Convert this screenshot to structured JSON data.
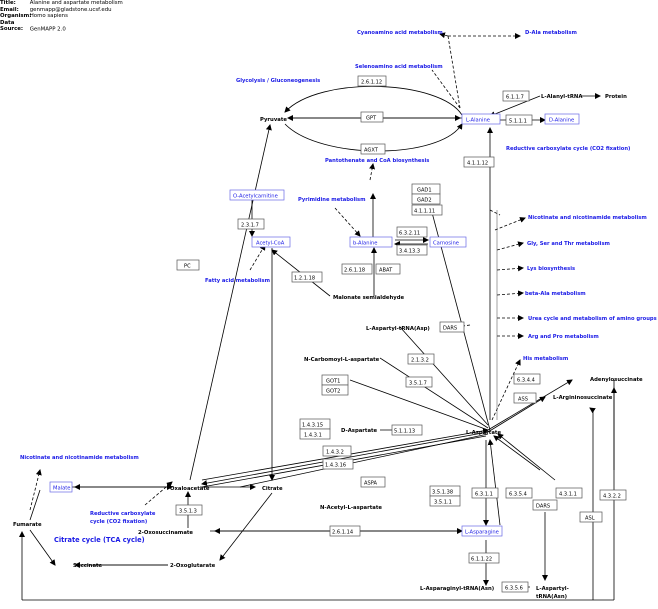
{
  "header": {
    "title_label": "Title:",
    "title": "Alanine and aspartate metabolism",
    "email_label": "Email:",
    "email": "genmapp@gladstone.ucsf.edu",
    "organism_label": "Organism:",
    "organism": "Homo sapiens",
    "source_label": "Data Source:",
    "source": "GenMAPP 2.0"
  },
  "metabolites": {
    "pyruvate": "Pyruvate",
    "l_alanine": "L-Alanine",
    "d_alanine": "D-Alanine",
    "l_alanyl_trna": "L-Alanyl-tRNA",
    "protein": "Protein",
    "o_acetylcarnitine": "O-Acetylcarnitine",
    "acetyl_coa": "Acetyl-CoA",
    "b_alanine": "b-Alanine",
    "carnosine": "Carnosine",
    "malonate_semialdehyde": "Malonate semialdehyde",
    "l_aspartyl_trna_asp": "L-Aspartyl-tRNA(Asp)",
    "n_carbomoyl_l_aspartate": "N-Carbomoyl-L-aspartate",
    "adenylosuccinate": "Adenylosuccinate",
    "l_argininosuccinate": "L-Argininosuccinate",
    "d_aspartate": "D-Aspartate",
    "l_aspartate": "L-Aspartate",
    "oxaloacetate": "Oxaloacetate",
    "citrate": "Citrate",
    "malate": "Malate",
    "fumarate": "Fumarate",
    "succinate": "Succinate",
    "two_oxosuccinamate": "2-Oxosuccinamate",
    "two_oxoglutarate": "2-Oxoglutarate",
    "n_acetyl_l_aspartate": "N-Acetyl-L-aspartate",
    "l_asparagine": "L-Asparagine",
    "l_asparaginyl_trna_asn": "L-Asparaginyl-tRNA(Asn)",
    "l_aspartyl_trna_asn_1": "L-Aspartyl-",
    "l_aspartyl_trna_asn_2": "tRNA(Asn)"
  },
  "pathways": {
    "cyanoamino": "Cyanoamino acid metabolism",
    "d_ala": "D-Ala metabolism",
    "selenoamino": "Selenoamino acid metabolism",
    "glycolysis": "Glycolysis / Gluconeogenesis",
    "reductive_co2_top": "Reductive carboxylate cycle (CO2 fixation)",
    "pantothenate": "Pantothenate and CoA biosynthesis",
    "pyrimidine": "Pyrimidine metabolism",
    "fatty_acid": "Fatty acid metabolism",
    "nicotinate_right": "Nicotinate and nicotinamide metabolism",
    "gly_ser_thr": "Gly, Ser and Thr metabolism",
    "lys": "Lys biosynthesis",
    "beta_ala": "beta-Ala metabolism",
    "urea": "Urea cycle and metabolism of amino groups",
    "arg_pro": "Arg and Pro metabolism",
    "his": "His metabolism",
    "nicotinate_left": "Nicotinate and nicotinamide metabolism",
    "reductive_co2_bottom_1": "Reductive carboxylate",
    "reductive_co2_bottom_2": "cycle (CO2 fixation)",
    "tca": "Citrate cycle (TCA cycle)"
  },
  "genes": {
    "g_2_6_1_12": "2.6.1.12",
    "g_gpt": "GPT",
    "g_agxt": "AGXT",
    "g_6_1_1_7": "6.1.1.7",
    "g_5_1_1_1": "5.1.1.1",
    "g_4_1_1_12": "4.1.1.12",
    "g_gad1": "GAD1",
    "g_gad2": "GAD2",
    "g_4_1_1_11": "4.1.1.11",
    "g_6_3_2_11": "6.3.2.11",
    "g_3_4_13_3": "3.4.13.3",
    "g_2_3_1_7": "2.3.1.7",
    "g_pc": "PC",
    "g_1_2_1_18": "1.2.1.18",
    "g_2_6_1_18": "2.6.1.18",
    "g_abat": "ABAT",
    "g_dars": "DARS",
    "g_2_1_3_2": "2.1.3.2",
    "g_3_5_1_7": "3.5.1.7",
    "g_got1": "GOT1",
    "g_got2": "GOT2",
    "g_6_3_4_4": "6.3.4.4",
    "g_ass": "ASS",
    "g_1_4_3_15": "1.4.3.15",
    "g_1_4_3_1": "1.4.3.1",
    "g_5_1_1_13": "5.1.1.13",
    "g_1_4_3_2": "1.4.3.2",
    "g_1_4_3_16": "1.4.3.16",
    "g_aspa": "ASPA",
    "g_3_5_1_38": "3.5.1.38",
    "g_3_5_1_1": "3.5.1.1",
    "g_6_3_1_1": "6.3.1.1",
    "g_6_3_5_4": "6.3.5.4",
    "g_4_3_1_1": "4.3.1.1",
    "g_4_3_2_2": "4.3.2.2",
    "g_dars2": "DARS",
    "g_asl": "ASL",
    "g_3_5_1_3": "3.5.1.3",
    "g_2_6_1_14": "2.6.1.14",
    "g_6_1_1_22": "6.1.1.22",
    "g_6_3_5_6": "6.3.5.6"
  }
}
